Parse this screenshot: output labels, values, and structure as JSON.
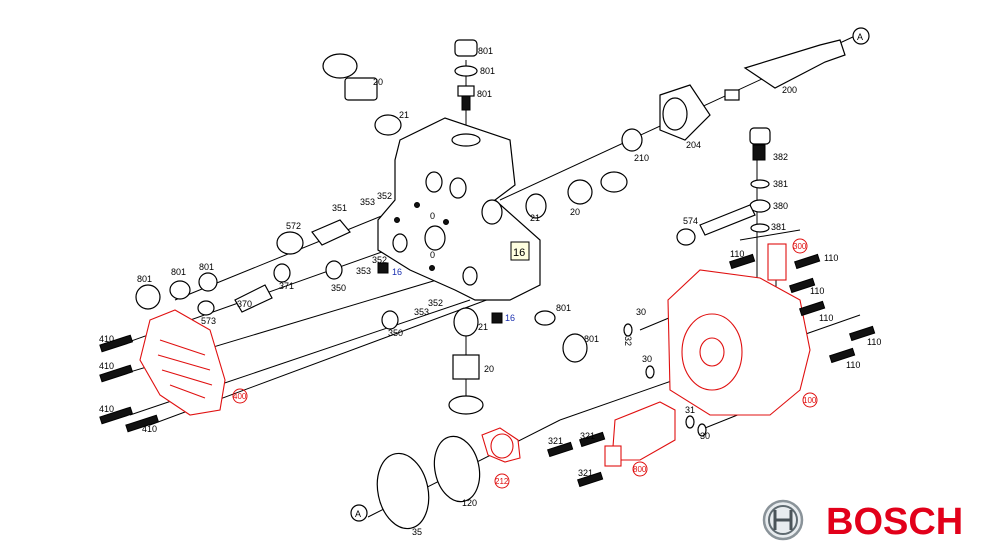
{
  "diagram": {
    "title_box": "16",
    "ref_marker": "A",
    "brand": "BOSCH",
    "colors": {
      "lines": "#000000",
      "highlight": "#e01010",
      "blue_label": "#1a2fb0",
      "brand": "#e2001a"
    },
    "labels_black": [
      "801",
      "801",
      "801",
      "20",
      "21",
      "352",
      "353",
      "351",
      "0",
      "0",
      "352",
      "353",
      "350",
      "352",
      "353",
      "350",
      "21",
      "801",
      "801",
      "21",
      "20",
      "572",
      "801",
      "801",
      "801",
      "371",
      "370",
      "573",
      "410",
      "410",
      "410",
      "410",
      "20",
      "200",
      "204",
      "210",
      "382",
      "381",
      "380",
      "381",
      "574",
      "110",
      "110",
      "110",
      "110",
      "110",
      "110",
      "30",
      "32",
      "30",
      "31",
      "30",
      "321",
      "321",
      "321",
      "120",
      "35"
    ],
    "labels_red": [
      "400",
      "300",
      "100",
      "800",
      "212"
    ],
    "labels_blue": [
      "16",
      "16"
    ]
  }
}
